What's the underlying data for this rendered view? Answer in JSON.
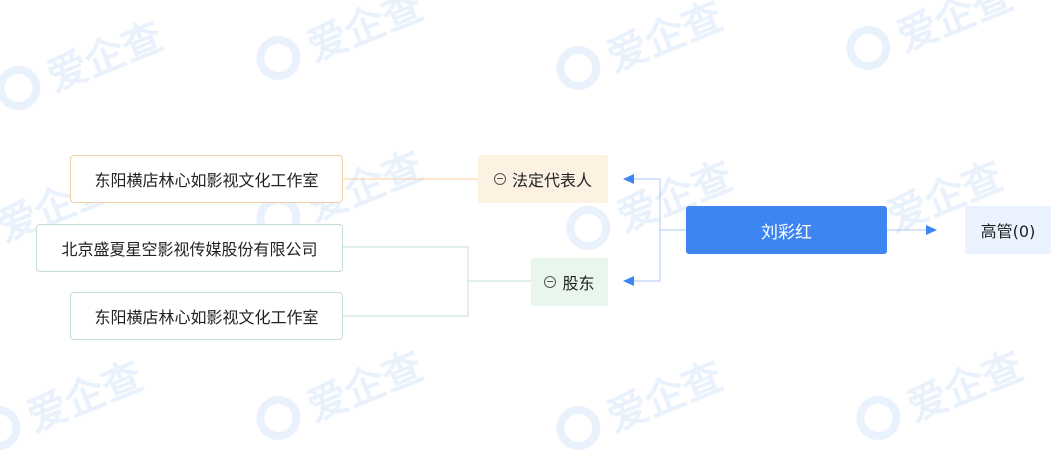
{
  "watermark": {
    "text": "爱企查"
  },
  "center": {
    "name": "刘彩红"
  },
  "legal_rep": {
    "label": "法定代表人",
    "companies": [
      "东阳横店林心如影视文化工作室"
    ]
  },
  "shareholder": {
    "label": "股东",
    "companies": [
      "北京盛夏星空影视传媒股份有限公司",
      "东阳横店林心如影视文化工作室"
    ]
  },
  "executives": {
    "label": "高管(0)"
  },
  "colors": {
    "accent": "#3d86f2",
    "legal_bg": "#fdf1e2",
    "legal_border": "#f3cfa6",
    "share_bg": "#e9f6ee",
    "share_border": "#c3e0cf",
    "exec_bg": "#e9f2fe"
  }
}
